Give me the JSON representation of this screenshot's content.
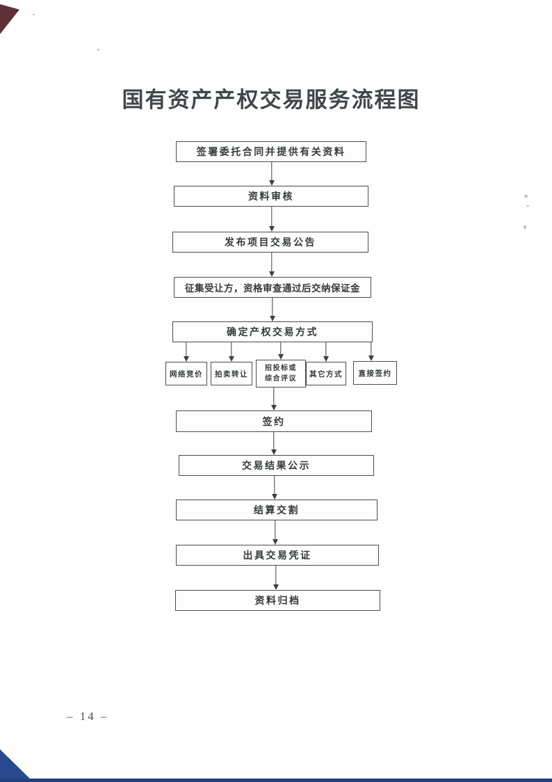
{
  "page": {
    "title": "国有资产产权交易服务流程图",
    "page_number": "– 14 –"
  },
  "flowchart": {
    "steps": [
      {
        "label": "签署委托合同并提供有关资料"
      },
      {
        "label": "资料审核"
      },
      {
        "label": "发布项目交易公告"
      },
      {
        "label": "征集受让方，资格审查通过后交纳保证金"
      },
      {
        "label": "确定产权交易方式"
      },
      {
        "label": "签约"
      },
      {
        "label": "交易结果公示"
      },
      {
        "label": "结算交割"
      },
      {
        "label": "出具交易凭证"
      },
      {
        "label": "资料归档"
      }
    ],
    "branches": [
      {
        "label": "网络竞价"
      },
      {
        "label": "拍卖转让"
      },
      {
        "label": "招投标或综合评议"
      },
      {
        "label": "其它方式"
      },
      {
        "label": "直接签约"
      }
    ]
  },
  "scan_artifacts": {
    "top_left_triangle_color": "#5f3038",
    "bottom_left_triangle_color": "#2a4a8f",
    "bottom_edge_color": "#22407e"
  }
}
